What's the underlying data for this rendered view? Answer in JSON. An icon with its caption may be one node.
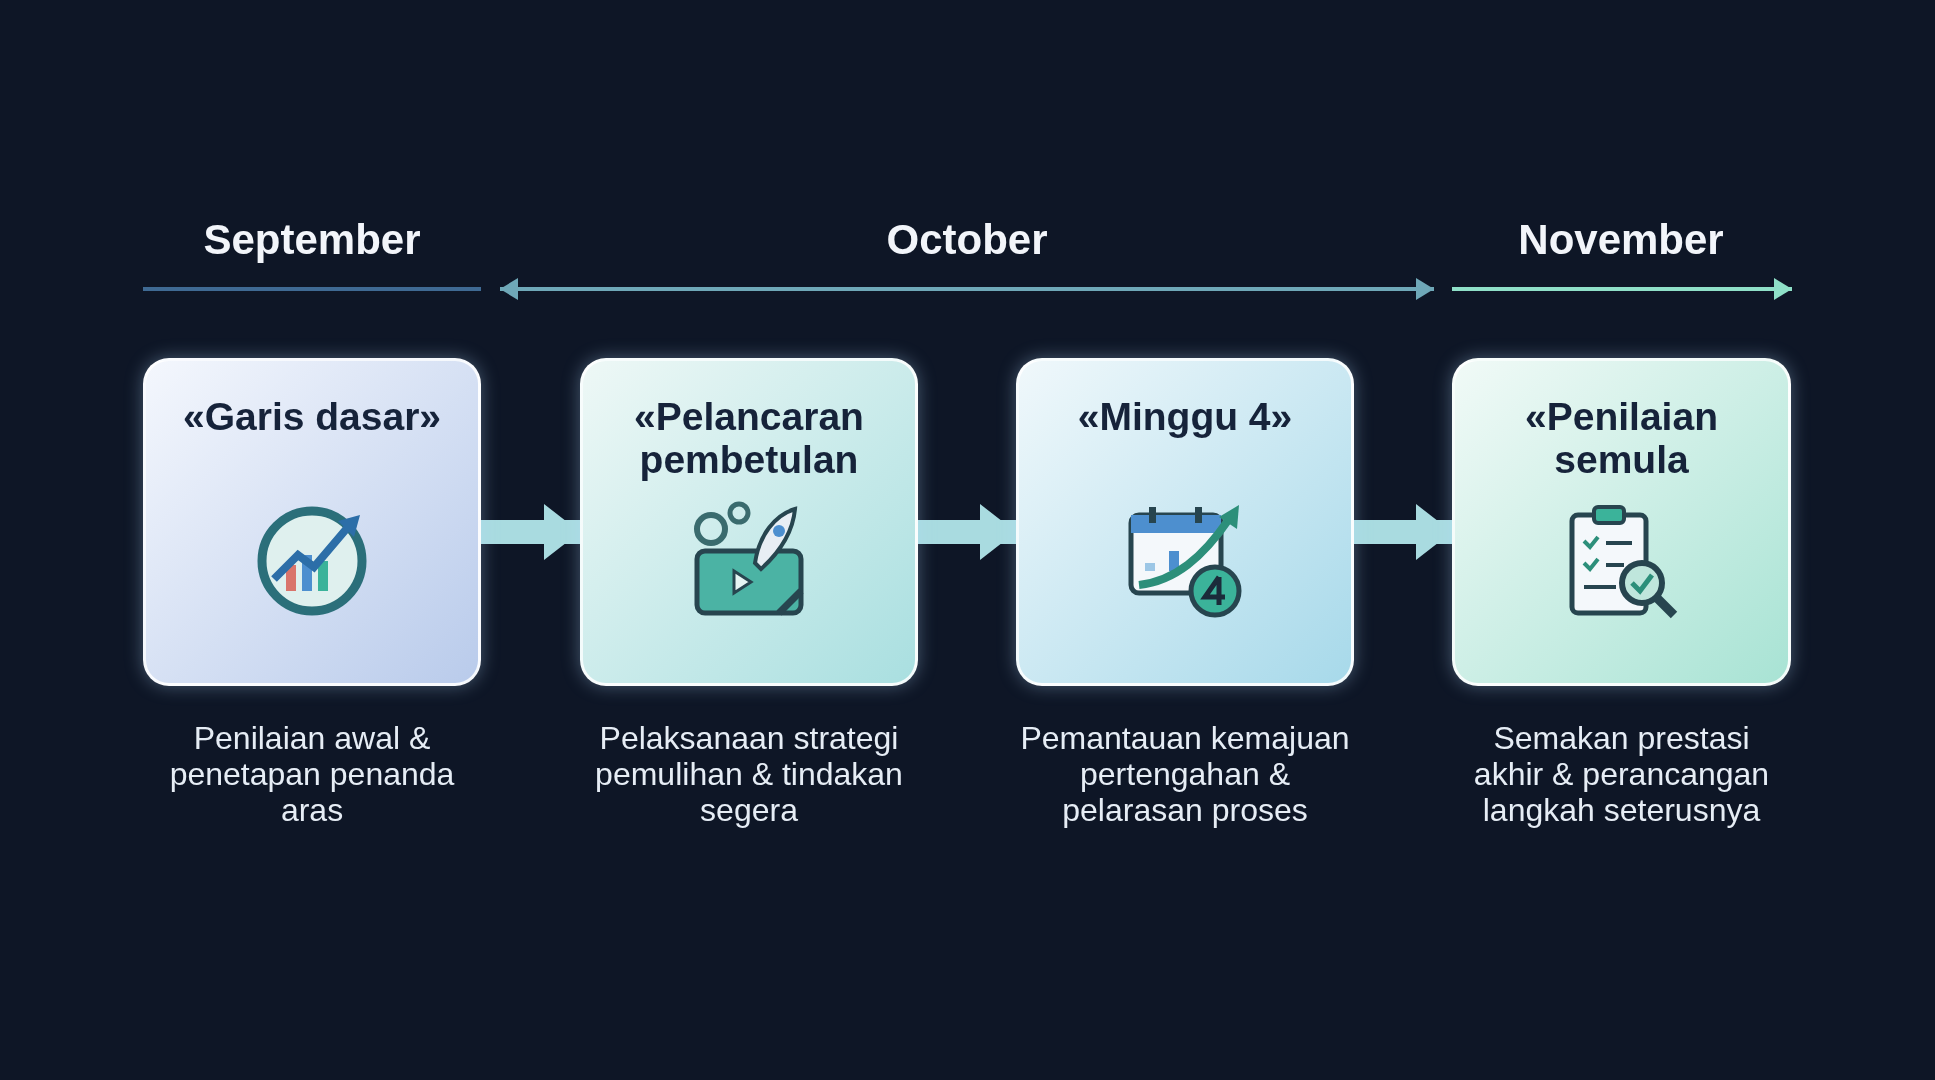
{
  "diagram": {
    "nodes": [
      {
        "text": [
          "«Garis dasar»"
        ],
        "beside": [
          "Penilaian awal & penetapan penanda aras"
        ]
      },
      {
        "text": [
          "«Pelancaran pembetulan"
        ],
        "beside": [
          "Pelaksanaan strategi pemulihan & tindakan segera"
        ]
      },
      {
        "text": [
          "«Minggu 4»"
        ],
        "beside": [
          "Pemantauan kemajuan pertengahan & pelarasan proses"
        ]
      },
      {
        "text": [
          "«Penilaian semula"
        ],
        "beside": [
          "Semakan prestasi akhir & perancangan langkah seterusnya"
        ]
      }
    ],
    "edges": [
      {
        "from": 0,
        "to": 1,
        "arrow": "to"
      },
      {
        "from": 1,
        "to": 2,
        "arrow": "to"
      },
      {
        "from": 2,
        "to": 3,
        "arrow": "to"
      }
    ],
    "labels": [
      "September",
      "October",
      "November"
    ]
  }
}
